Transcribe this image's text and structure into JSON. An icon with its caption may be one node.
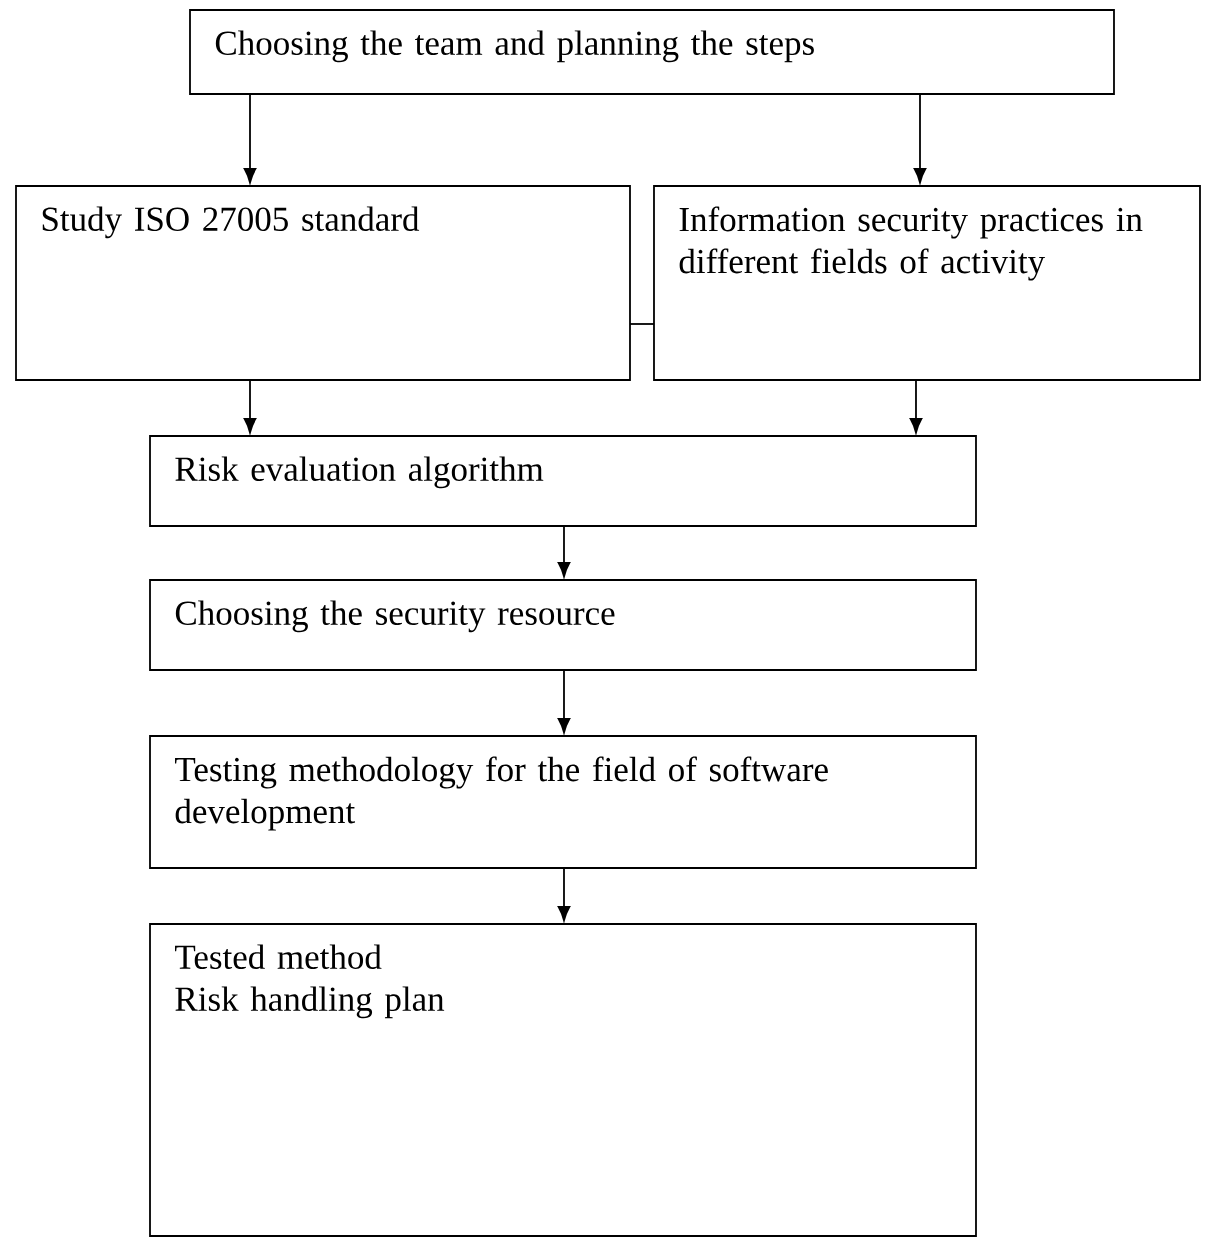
{
  "diagram": {
    "nodes": [
      {
        "text": [
          "Choosing the team and planning the steps"
        ]
      },
      {
        "text": [
          "Study ISO 27005 standard"
        ]
      },
      {
        "text": [
          "Information security practices in different fields of activity"
        ]
      },
      {
        "text": [
          "Risk evaluation algorithm"
        ]
      },
      {
        "text": [
          "Choosing the security resource"
        ]
      },
      {
        "text": [
          "Testing methodology for the field of software development"
        ]
      },
      {
        "text": [
          "Tested method",
          "Risk handling plan"
        ]
      }
    ],
    "edges": [
      {
        "from": 0,
        "to": 1,
        "arrow": "to"
      },
      {
        "from": 0,
        "to": 2,
        "arrow": "to"
      },
      {
        "from": 1,
        "to": 2,
        "arrow": "none"
      },
      {
        "from": 1,
        "to": 3,
        "arrow": "to"
      },
      {
        "from": 2,
        "to": 3,
        "arrow": "to"
      },
      {
        "from": 3,
        "to": 4,
        "arrow": "to"
      },
      {
        "from": 4,
        "to": 5,
        "arrow": "to"
      },
      {
        "from": 5,
        "to": 6,
        "arrow": "to"
      }
    ]
  }
}
